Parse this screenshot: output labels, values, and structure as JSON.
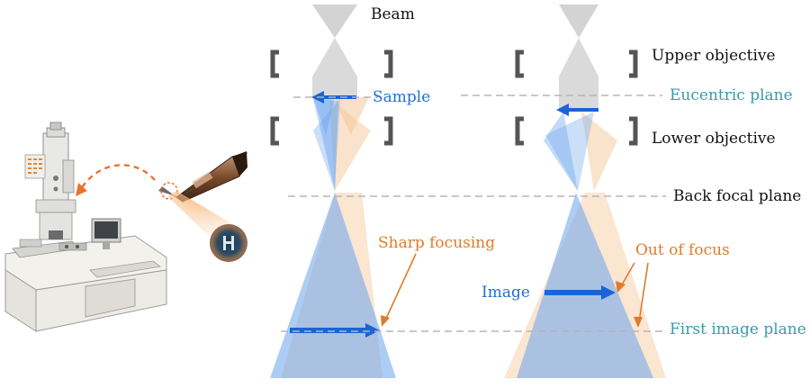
{
  "labels": {
    "beam": "Beam",
    "sample": "Sample",
    "upper_objective": "Upper objective",
    "eucentric_plane": "Eucentric plane",
    "lower_objective": "Lower objective",
    "back_focal_plane": "Back focal plane",
    "sharp_focusing": "Sharp focusing",
    "out_of_focus": "Out of focus",
    "image": "Image",
    "first_image_plane": "First image plane"
  },
  "colors": {
    "blue_text": "#1f6fd6",
    "teal_text": "#3a9aa8",
    "orange_text": "#e07b2a",
    "black_text": "#111111",
    "arrow_blue": "#1a63d8",
    "beam_blue": "#6aa3ee",
    "beam_orange": "#f4c79a",
    "lens_gray": "#555555",
    "plane_gray": "#b5b5b5"
  },
  "icons": [
    "microscope-illustration",
    "sample-holder-rod",
    "sample-grid-icon"
  ]
}
